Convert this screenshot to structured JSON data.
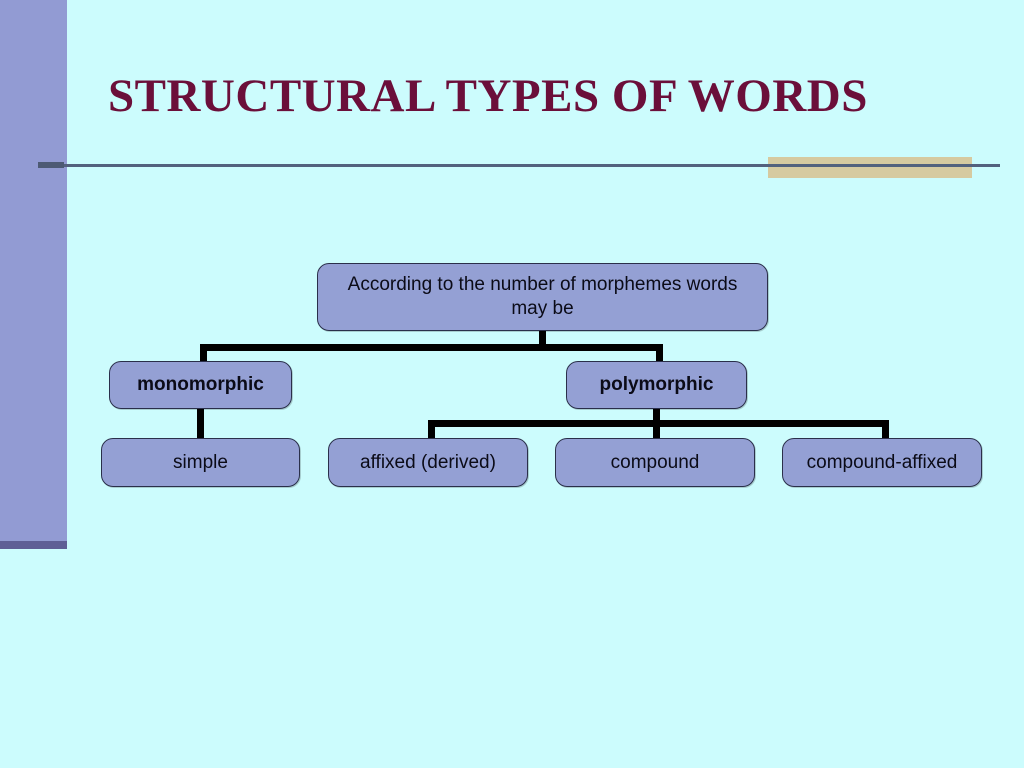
{
  "slide": {
    "title": "STRUCTURAL TYPES OF WORDS",
    "background_color": "#ccfcfd",
    "title_color": "#6b0f3a",
    "accent_color": "#d6caa0",
    "sidebar_color": "#929bd3",
    "sidebar_foot_color": "#5f5f96",
    "node_fill_color": "#94a0d4",
    "node_border_color": "#2a2f4a",
    "connector_color": "#000000"
  },
  "diagram": {
    "type": "tree",
    "root": {
      "label": "According to the number of morphemes words may be",
      "bold": false
    },
    "level2": [
      {
        "label": "monomorphic",
        "bold": true
      },
      {
        "label": "polymorphic",
        "bold": true
      }
    ],
    "level3": [
      {
        "label": "simple",
        "bold": false,
        "parent": "monomorphic"
      },
      {
        "label": "affixed (derived)",
        "bold": false,
        "parent": "polymorphic"
      },
      {
        "label": "compound",
        "bold": false,
        "parent": "polymorphic"
      },
      {
        "label": "compound-affixed",
        "bold": false,
        "parent": "polymorphic"
      }
    ]
  }
}
